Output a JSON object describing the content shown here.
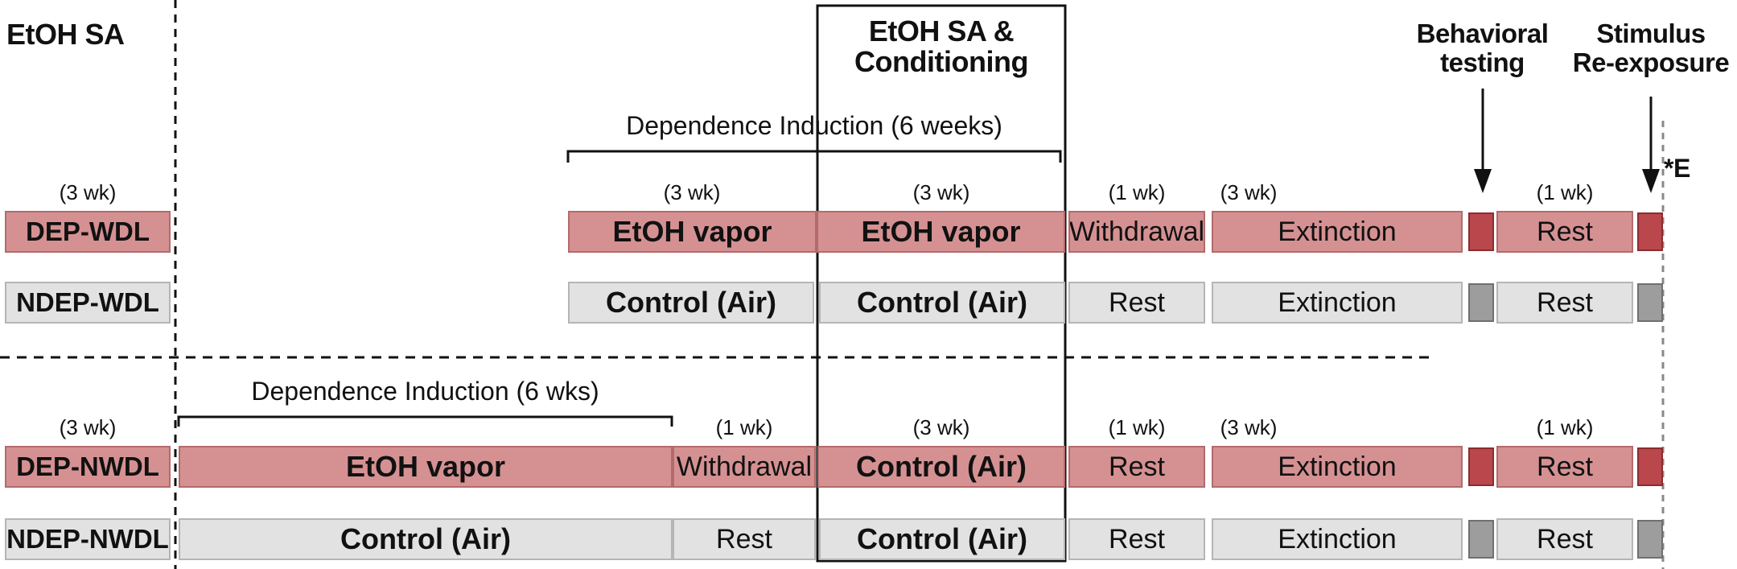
{
  "headers": {
    "etoh_sa": "EtOH SA",
    "conditioning_line1": "EtOH SA &",
    "conditioning_line2": "Conditioning",
    "behavioral_line1": "Behavioral",
    "behavioral_line2": "testing",
    "stimulus_line1": "Stimulus",
    "stimulus_line2": "Re-exposure",
    "asterisk_e": "*E"
  },
  "brackets": {
    "top": "Dependence Induction (6 weeks)",
    "bottom": "Dependence Induction (6 wks)"
  },
  "durations": {
    "three_wk": "(3 wk)",
    "one_wk": "(1 wk)"
  },
  "groups": {
    "dep_wdl": "DEP-WDL",
    "ndep_wdl": "NDEP-WDL",
    "dep_nwdl": "DEP-NWDL",
    "ndep_nwdl": "NDEP-NWDL"
  },
  "phases": {
    "etoh_vapor": "EtOH vapor",
    "control_air": "Control (Air)",
    "withdrawal": "Withdrawal",
    "rest": "Rest",
    "extinction": "Extinction"
  },
  "colors": {
    "dependent_fill": "#d59192",
    "control_fill": "#e2e2e2",
    "dependent_marker": "#b9474b",
    "control_marker": "#9d9d9d"
  }
}
